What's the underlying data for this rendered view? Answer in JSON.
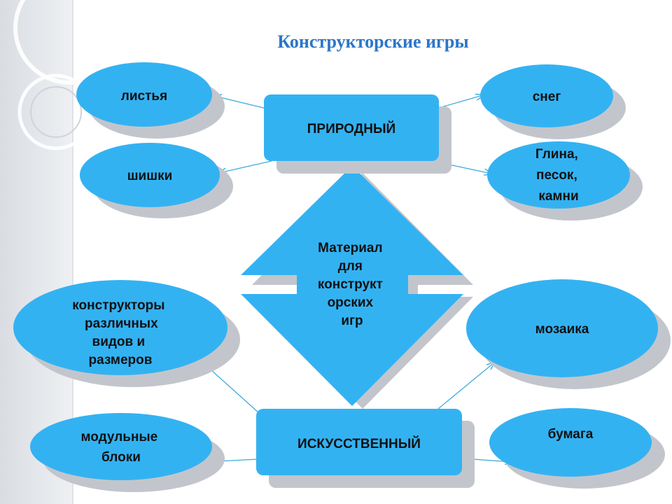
{
  "title": "Конструкторские  игры",
  "center": [
    "Материал",
    "для",
    "конструкт",
    "орских",
    "игр"
  ],
  "natural": "ПРИРОДНЫЙ",
  "artificial": "ИСКУССТВЕННЫЙ",
  "nodes": {
    "leaves": [
      "листья"
    ],
    "cones": [
      "шишки"
    ],
    "snow": [
      "снег"
    ],
    "clay": [
      "Глина,",
      "песок,",
      "камни"
    ],
    "constructors": [
      "конструкторы",
      "различных",
      "видов и",
      "размеров"
    ],
    "modules": [
      "модульные",
      "блоки"
    ],
    "mosaic": [
      "мозаика"
    ],
    "paper": [
      "бумага"
    ]
  },
  "colors": {
    "fill": "#33b2f2",
    "shadow": "#c2c6cc",
    "arrow": "#3aa9dd",
    "title": "#2a76c9",
    "sidebar": "#dfe3e8"
  }
}
